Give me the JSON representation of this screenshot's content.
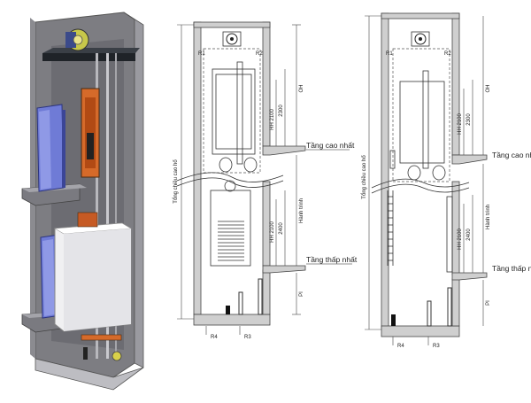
{
  "diagram": {
    "left_section": {
      "top_label": "Tầng cao nhất",
      "bottom_label": "Tầng thấp nhất",
      "height_label": "Tổng chiều cao hố",
      "oh_label": "OH",
      "travel_label": "Hành trình",
      "pit_label": "PI",
      "door_height_upper": "HH 2100",
      "door_dim_upper": "2300",
      "door_height_lower": "HH 2100",
      "door_dim_lower": "2400",
      "r1": "R1",
      "r2": "R2",
      "r3": "R3",
      "r4": "R4"
    },
    "right_section": {
      "top_label": "Tầng cao nh",
      "bottom_label": "Tầng thấp n",
      "height_label": "Tổng chiều cao hố",
      "oh_label": "OH",
      "travel_label": "Hành trình",
      "pit_label": "PI",
      "door_height_upper": "HH 2100",
      "door_dim_upper": "2300",
      "door_height_lower": "HH 2100",
      "door_dim_lower": "2400",
      "r1": "R1",
      "r2": "R2",
      "r3": "R3",
      "r4": "R4"
    }
  }
}
